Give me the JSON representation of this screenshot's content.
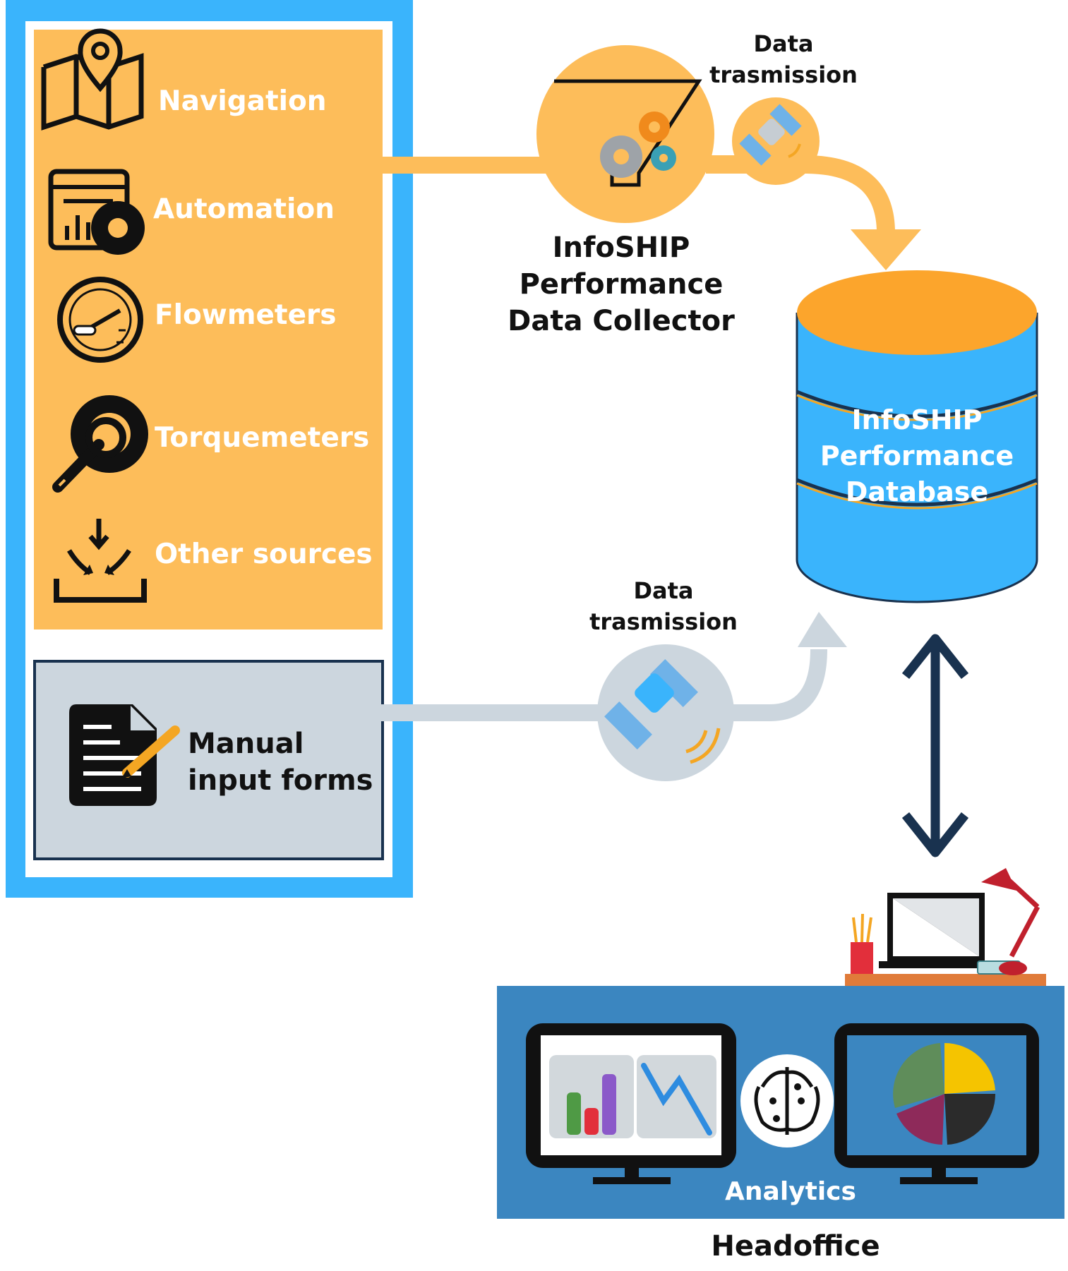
{
  "sources": {
    "items": [
      {
        "label": "Navigation",
        "icon": "map-pin-icon"
      },
      {
        "label": "Automation",
        "icon": "dashboard-gear-icon"
      },
      {
        "label": "Flowmeters",
        "icon": "gauge-icon"
      },
      {
        "label": "Torquemeters",
        "icon": "wrench-gear-icon"
      },
      {
        "label": "Other sources",
        "icon": "inbox-import-icon"
      }
    ],
    "manual": {
      "line1": "Manual",
      "line2": "input forms",
      "icon": "document-pen-icon"
    }
  },
  "collector": {
    "line1": "InfoSHIP",
    "line2": "Performance",
    "line3": "Data Collector",
    "icon": "funnel-gears-icon"
  },
  "transmission_top": {
    "line1": "Data",
    "line2": "trasmission",
    "icon": "satellite-icon"
  },
  "transmission_bottom": {
    "line1": "Data",
    "line2": "trasmission",
    "icon": "satellite-icon"
  },
  "database": {
    "line1": "InfoSHIP",
    "line2": "Performance",
    "line3": "Database",
    "icon": "database-cylinder-icon"
  },
  "headoffice": {
    "analytics": "Analytics",
    "title": "Headoffice",
    "icons": [
      "bar-chart-monitor-icon",
      "brain-circuit-icon",
      "pie-chart-monitor-icon",
      "desk-laptop-lamp-icon"
    ]
  },
  "colors": {
    "blue_frame": "#3ab4fc",
    "orange_panel": "#fdbd5a",
    "orange_dark": "#fca52c",
    "gray_panel": "#ccd6de",
    "navy": "#19324f",
    "headoffice_blue": "#3b86c0",
    "db_blue": "#3ab4fc"
  }
}
